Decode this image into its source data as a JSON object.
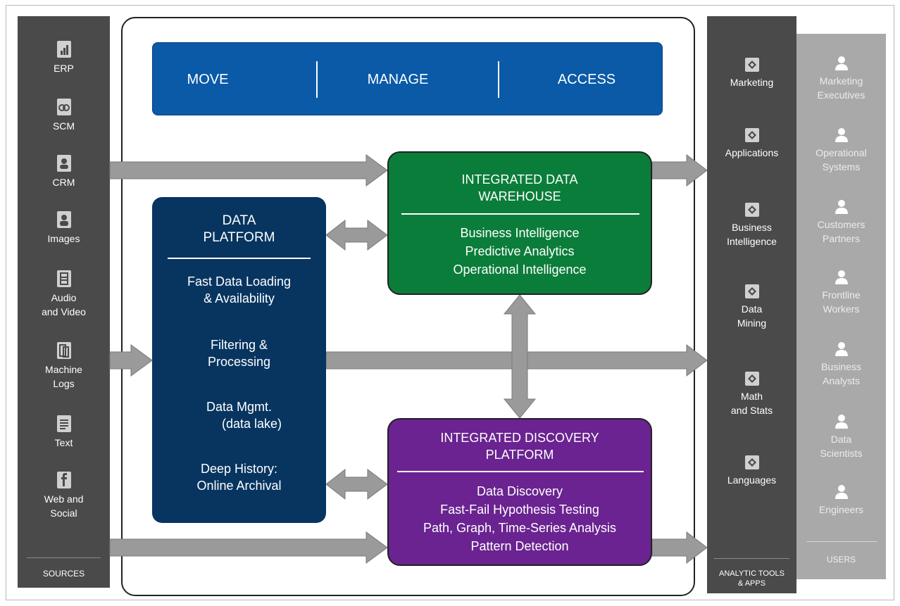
{
  "sources": {
    "items": [
      {
        "label_lines": [
          "ERP"
        ],
        "icon": "bar-chart-icon"
      },
      {
        "label_lines": [
          "SCM"
        ],
        "icon": "chain-icon"
      },
      {
        "label_lines": [
          "CRM"
        ],
        "icon": "person-doc-icon"
      },
      {
        "label_lines": [
          "Images"
        ],
        "icon": "image-icon"
      },
      {
        "label_lines": [
          "Audio",
          "and Video"
        ],
        "icon": "film-icon"
      },
      {
        "label_lines": [
          "Machine",
          "Logs"
        ],
        "icon": "log-icon"
      },
      {
        "label_lines": [
          "Text"
        ],
        "icon": "text-doc-icon"
      },
      {
        "label_lines": [
          "Web and",
          "Social"
        ],
        "icon": "facebook-icon"
      }
    ],
    "caption": "SOURCES"
  },
  "banner": {
    "items": [
      "MOVE",
      "MANAGE",
      "ACCESS"
    ]
  },
  "data_platform": {
    "title_lines": [
      "DATA",
      "PLATFORM"
    ],
    "items": [
      [
        "Fast Data Loading",
        "& Availability"
      ],
      [
        "Filtering &",
        "Processing"
      ],
      [
        "Data Mgmt.",
        "(data lake)"
      ],
      [
        "Deep History:",
        "Online Archival"
      ]
    ]
  },
  "warehouse": {
    "title_lines": [
      "INTEGRATED DATA",
      "WAREHOUSE"
    ],
    "lines": [
      "Business Intelligence",
      "Predictive Analytics",
      "Operational Intelligence"
    ]
  },
  "discovery": {
    "title_lines": [
      "INTEGRATED DISCOVERY",
      "PLATFORM"
    ],
    "lines": [
      "Data Discovery",
      "Fast-Fail Hypothesis Testing",
      "Path, Graph, Time-Series Analysis",
      "Pattern Detection"
    ]
  },
  "tools": {
    "items": [
      {
        "label_lines": [
          "Marketing"
        ]
      },
      {
        "label_lines": [
          "Applications"
        ]
      },
      {
        "label_lines": [
          "Business",
          "Intelligence"
        ]
      },
      {
        "label_lines": [
          "Data",
          "Mining"
        ]
      },
      {
        "label_lines": [
          "Math",
          "and Stats"
        ]
      },
      {
        "label_lines": [
          "Languages"
        ]
      }
    ],
    "caption_lines": [
      "ANALYTIC TOOLS",
      "& APPS"
    ]
  },
  "users": {
    "items": [
      {
        "label_lines": [
          "Marketing",
          "Executives"
        ]
      },
      {
        "label_lines": [
          "Operational",
          "Systems"
        ]
      },
      {
        "label_lines": [
          "Customers",
          "Partners"
        ]
      },
      {
        "label_lines": [
          "Frontline",
          "Workers"
        ]
      },
      {
        "label_lines": [
          "Business",
          "Analysts"
        ]
      },
      {
        "label_lines": [
          "Data",
          "Scientists"
        ]
      },
      {
        "label_lines": [
          "Engineers"
        ]
      }
    ],
    "caption": "USERS"
  },
  "colors": {
    "banner": "#0a5aa8",
    "platform": "#073560",
    "warehouse": "#0b7d3a",
    "discovery": "#6a2390",
    "arrow": "#9a9a9a"
  }
}
